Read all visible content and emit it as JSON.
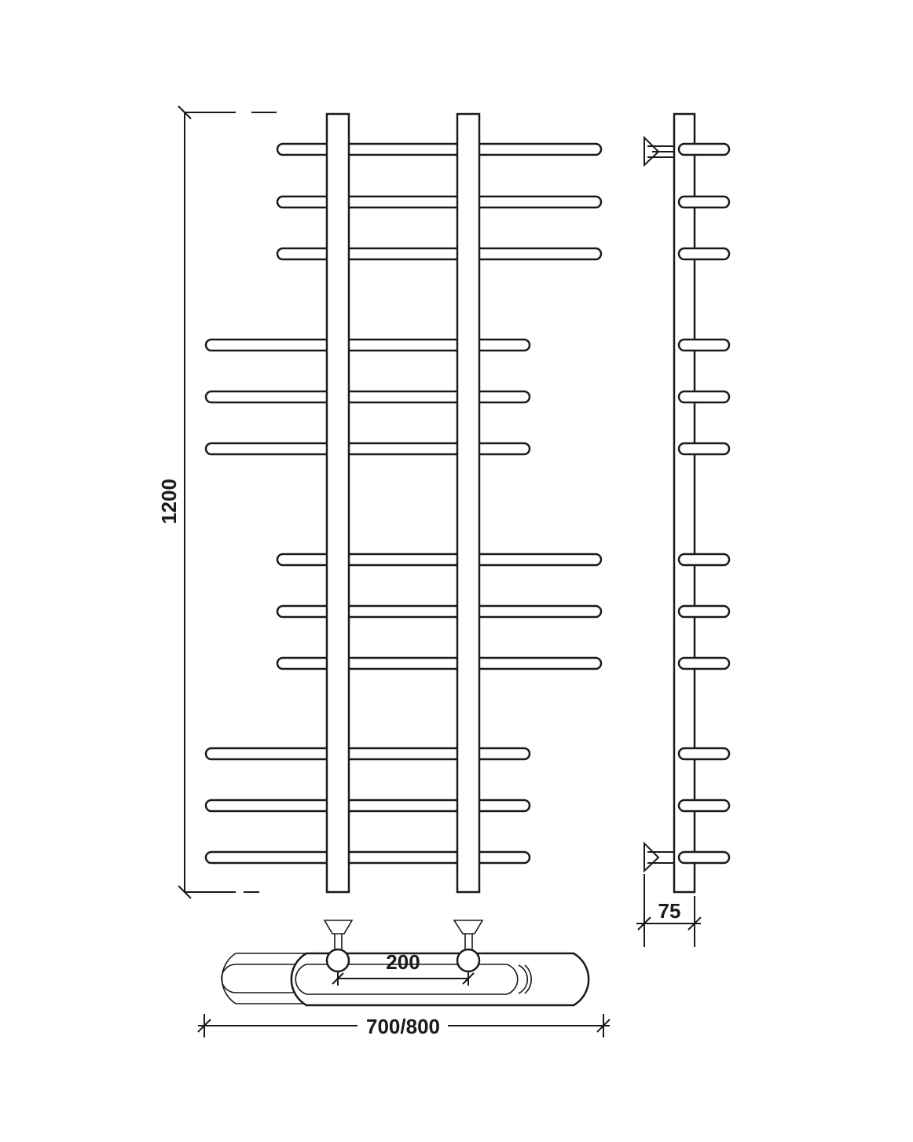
{
  "dimensions": {
    "height": "1200",
    "depth": "75",
    "center_distance": "200",
    "width": "700/800"
  },
  "views": {
    "front": {
      "bar_groups": [
        3,
        3,
        3,
        3
      ]
    },
    "side": {
      "stub_count": 12,
      "brackets": 2
    },
    "top": {
      "brackets": 2
    }
  },
  "colors": {
    "line": "#1a1a1a",
    "background": "#ffffff"
  }
}
